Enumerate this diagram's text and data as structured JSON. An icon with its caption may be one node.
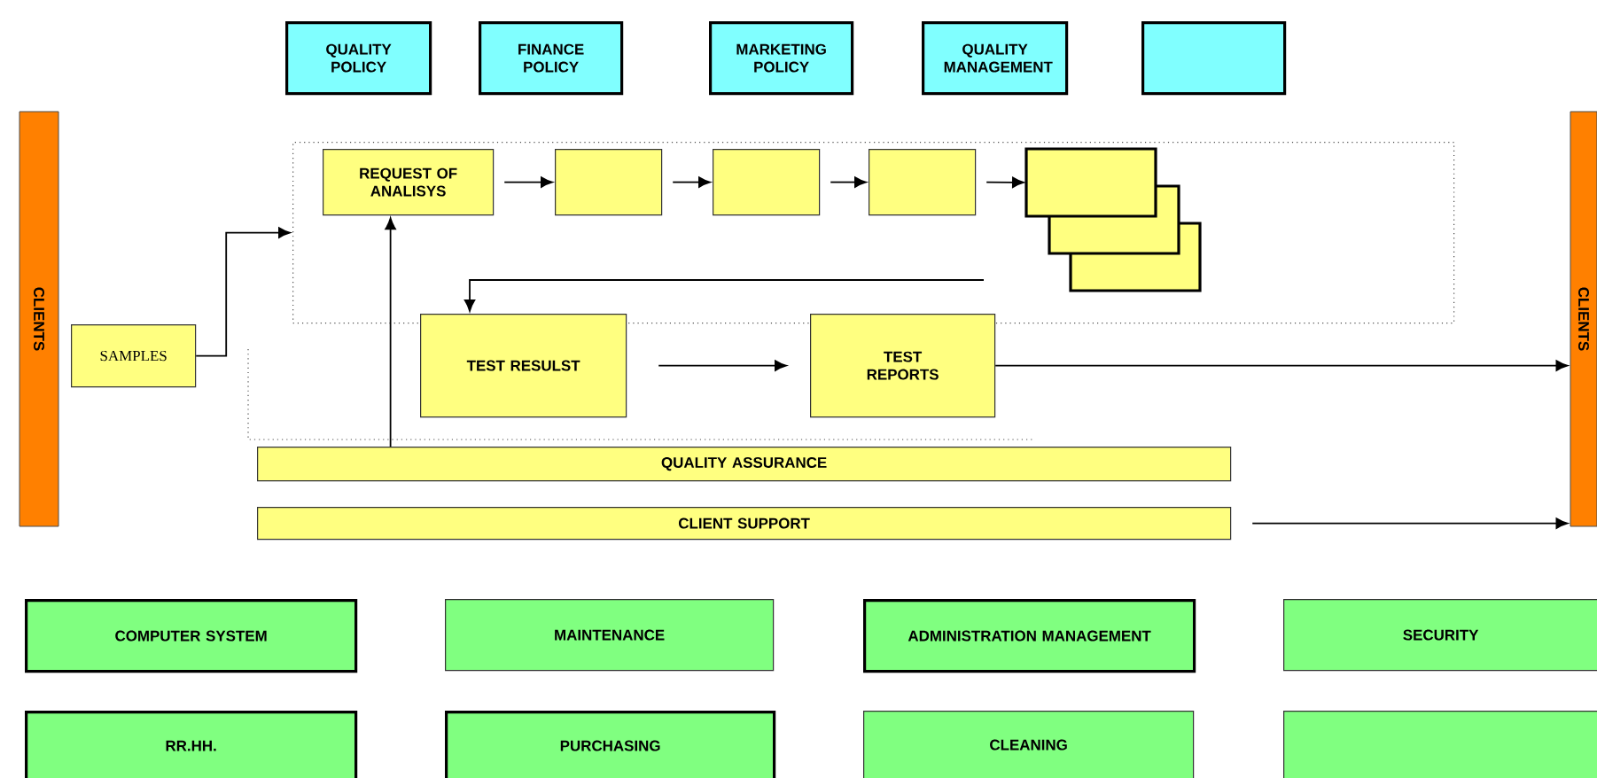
{
  "diagram": {
    "nodes": [
      {
        "text": [
          "QUALITY POLICY"
        ]
      },
      {
        "text": [
          "FINANCE POLICY"
        ]
      },
      {
        "text": [
          "MARKETING POLICY"
        ]
      },
      {
        "text": [
          "QUALITY MANAGEMENT"
        ]
      },
      {
        "text": [],
        "shape": "box"
      },
      {
        "text": [
          "CLIENTS"
        ]
      },
      {
        "text": [
          "CLIENTS"
        ]
      },
      {
        "text": [
          "SAMPLES"
        ]
      },
      {
        "text": [],
        "shape": "box"
      },
      {
        "text": [
          "REQUEST OF ANALISYS"
        ],
        "in": 8
      },
      {
        "text": [],
        "shape": "box",
        "in": 8
      },
      {
        "text": [],
        "shape": "box",
        "in": 8
      },
      {
        "text": [],
        "shape": "box",
        "in": 8
      },
      {
        "text": [],
        "shape": "box",
        "in": 8
      },
      {
        "text": [
          "TEST RESULST"
        ]
      },
      {
        "text": [
          "TEST REPORTS"
        ]
      },
      {
        "text": [
          "QUALITY ASSURANCE"
        ]
      },
      {
        "text": [
          "CLIENT SUPPORT"
        ]
      },
      {
        "text": [
          "COMPUTER SYSTEM"
        ]
      },
      {
        "text": [
          "MAINTENANCE"
        ]
      },
      {
        "text": [
          "ADMINISTRATION MANAGEMENT"
        ]
      },
      {
        "text": [
          "SECURITY"
        ]
      },
      {
        "text": [
          "RR.HH."
        ]
      },
      {
        "text": [
          "PURCHASING"
        ]
      },
      {
        "text": [
          "CLEANING"
        ]
      },
      {
        "text": [],
        "shape": "box"
      }
    ],
    "edges": [
      {
        "from": 7,
        "to": 8,
        "arrow": "to"
      },
      {
        "from": 9,
        "to": 10,
        "arrow": "to"
      },
      {
        "from": 10,
        "to": 11,
        "arrow": "to"
      },
      {
        "from": 11,
        "to": 12,
        "arrow": "to"
      },
      {
        "from": 12,
        "to": 13,
        "arrow": "to"
      },
      {
        "from": null,
        "to": 14,
        "arrow": "to"
      },
      {
        "from": 14,
        "to": 15,
        "arrow": "to"
      },
      {
        "from": 15,
        "to": 6,
        "arrow": "to"
      },
      {
        "from": 16,
        "to": 9,
        "arrow": "to"
      },
      {
        "from": 17,
        "to": 6,
        "arrow": "to"
      }
    ]
  }
}
